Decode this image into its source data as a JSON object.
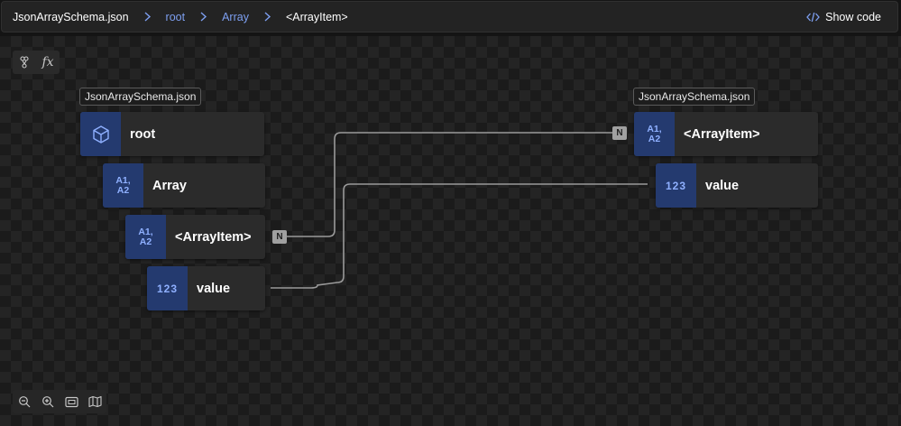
{
  "breadcrumb": {
    "file": "JsonArraySchema.json",
    "items": [
      "root",
      "Array"
    ],
    "current": "<ArrayItem>"
  },
  "header": {
    "show_code_label": "Show code"
  },
  "toolbar": {
    "fx_label": "fx"
  },
  "source": {
    "file_label": "JsonArraySchema.json",
    "nodes": [
      {
        "label": "root",
        "icon": "cube-icon"
      },
      {
        "label": "Array",
        "icon": "array-icon",
        "badge_line1": "A1,",
        "badge_line2": "A2"
      },
      {
        "label": "<ArrayItem>",
        "icon": "array-icon",
        "badge_line1": "A1,",
        "badge_line2": "A2"
      },
      {
        "label": "value",
        "icon": "number-icon",
        "badge_text": "123"
      }
    ]
  },
  "target": {
    "file_label": "JsonArraySchema.json",
    "nodes": [
      {
        "label": "<ArrayItem>",
        "icon": "array-icon",
        "badge_line1": "A1,",
        "badge_line2": "A2"
      },
      {
        "label": "value",
        "icon": "number-icon",
        "badge_text": "123"
      }
    ]
  },
  "markers": {
    "source_array_item": "N",
    "target_array_item": "N"
  },
  "colors": {
    "link": "#7d9ff0",
    "badge": "#243a6f",
    "connector": "#9a9a9a"
  }
}
